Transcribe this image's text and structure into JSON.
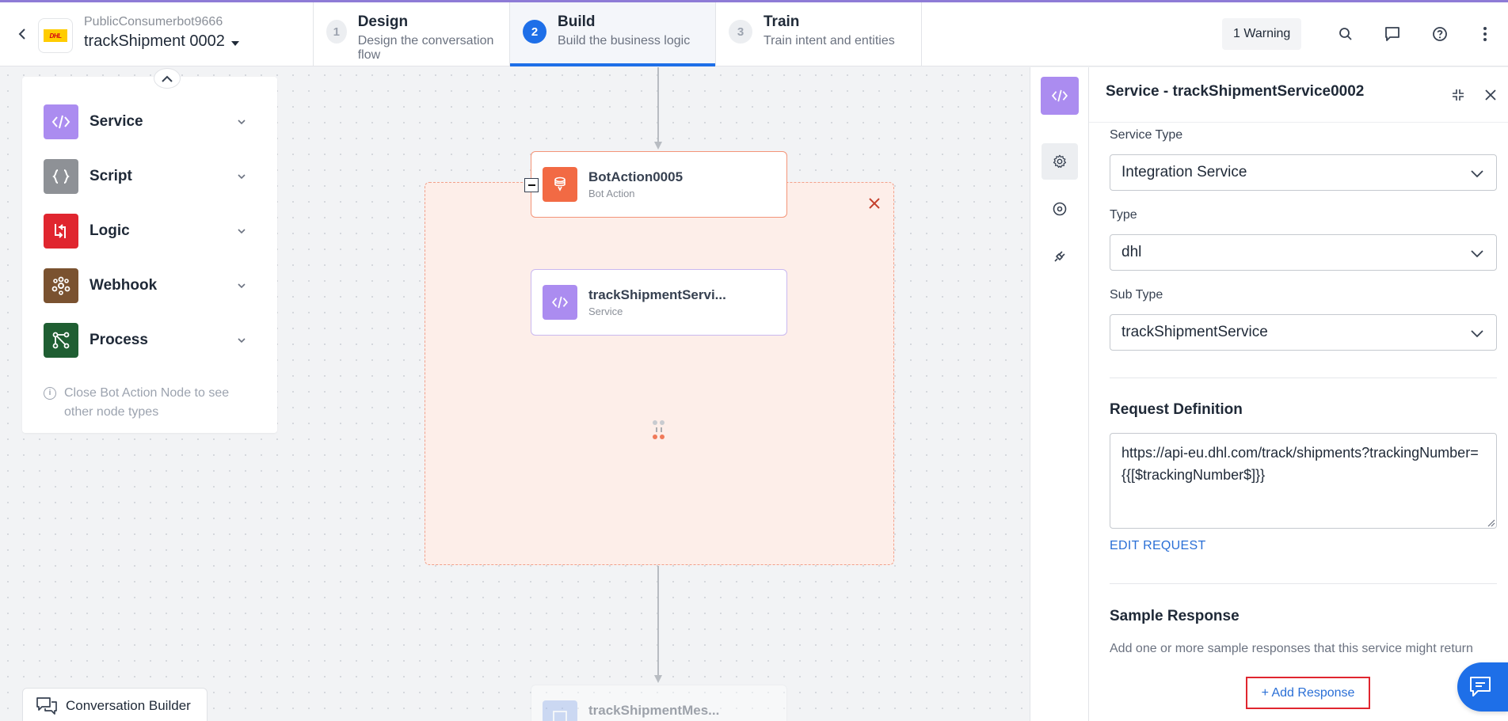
{
  "header": {
    "bot_account": "PublicConsumerbot9666",
    "bot_name": "trackShipment 0002",
    "steps": [
      {
        "number": "1",
        "title": "Design",
        "subtitle": "Design the conversation flow"
      },
      {
        "number": "2",
        "title": "Build",
        "subtitle": "Build the business logic"
      },
      {
        "number": "3",
        "title": "Train",
        "subtitle": "Train intent and entities"
      }
    ],
    "warning_label": "1 Warning"
  },
  "palette": {
    "items": [
      {
        "label": "Service",
        "color": "#ab8cf0",
        "icon": "code-icon"
      },
      {
        "label": "Script",
        "color": "#8e9196",
        "icon": "braces-icon"
      },
      {
        "label": "Logic",
        "color": "#e0262f",
        "icon": "logic-icon"
      },
      {
        "label": "Webhook",
        "color": "#7a5230",
        "icon": "webhook-icon"
      },
      {
        "label": "Process",
        "color": "#1f5e32",
        "icon": "process-icon"
      }
    ],
    "note": "Close Bot Action Node to see other node types"
  },
  "canvas": {
    "nodes": [
      {
        "title": "BotAction0005",
        "type": "Bot Action",
        "color": "#f26a44"
      },
      {
        "title": "trackShipmentServi...",
        "type": "Service",
        "color": "#ab8cf0"
      },
      {
        "title": "trackShipmentMes...",
        "type": "Message",
        "color": "#9db8f0"
      }
    ],
    "builder_tab": "Conversation Builder"
  },
  "panel": {
    "title": "Service - trackShipmentService0002",
    "service_type_label": "Service Type",
    "service_type_value": "Integration Service",
    "type_label": "Type",
    "type_value": "dhl",
    "sub_type_label": "Sub Type",
    "sub_type_value": "trackShipmentService",
    "request_title": "Request Definition",
    "request_value": "https://api-eu.dhl.com/track/shipments?trackingNumber={{[$trackingNumber$]}}",
    "edit_request": "EDIT REQUEST",
    "sample_title": "Sample Response",
    "sample_help": "Add one or more sample responses that this service might return",
    "add_response": "+ Add Response"
  }
}
